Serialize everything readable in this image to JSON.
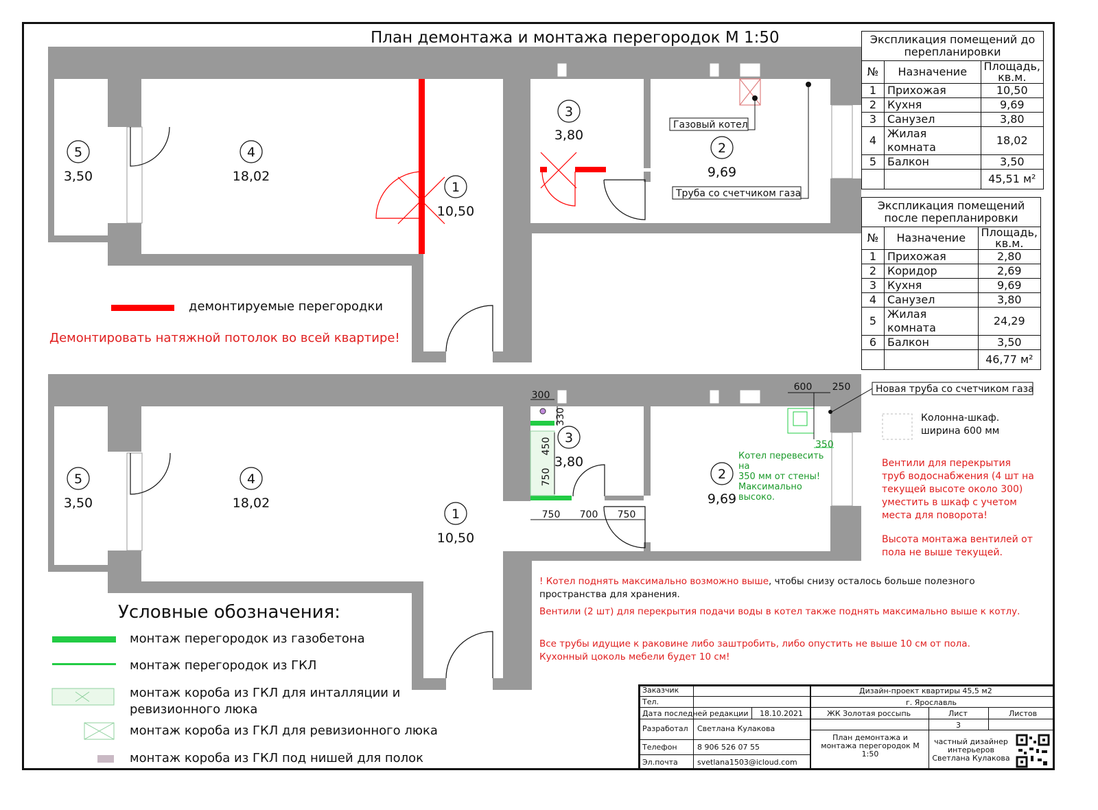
{
  "title": "План демонтажа и монтажа перегородок М 1:50",
  "colors": {
    "wall": "#999999",
    "demolish": "#ff0000",
    "aerated": "#22cc44",
    "gkl": "#22cc44",
    "note_red": "#e02020",
    "note_green": "#1a9a2a"
  },
  "plan_before": {
    "rooms": [
      {
        "num": "5",
        "area": "3,50"
      },
      {
        "num": "4",
        "area": "18,02"
      },
      {
        "num": "1",
        "area": "10,50"
      },
      {
        "num": "3",
        "area": "3,80"
      },
      {
        "num": "2",
        "area": "9,69"
      }
    ],
    "labels": {
      "boiler": "Газовый котел",
      "gas_pipe": "Труба со счетчиком газа"
    }
  },
  "plan_after": {
    "rooms": [
      {
        "num": "5",
        "area": "3,50"
      },
      {
        "num": "4",
        "area": "18,02"
      },
      {
        "num": "1",
        "area": "10,50"
      },
      {
        "num": "3",
        "area": "3,80"
      },
      {
        "num": "2",
        "area": "9,69"
      }
    ],
    "dims": {
      "d300": "300",
      "d330": "330",
      "d450": "450",
      "d750v": "750",
      "d750a": "750",
      "d700": "700",
      "d750b": "750",
      "d600": "600",
      "d250": "250",
      "d350": "350"
    },
    "labels": {
      "new_pipe": "Новая труба со счетчиком газа",
      "column_cabinet": "Колонна-шкаф.\nширина 600 мм"
    },
    "boiler_note": "Котел перевесить на\n350 мм от стены!\nМаксимально высоко."
  },
  "legend_demolish": "демонтируемые перегородки",
  "ceiling_note": "Демонтировать натяжной потолок во всей квартире!",
  "table_before": {
    "caption": "Экспликация помещений до перепланировки",
    "headers": [
      "№",
      "Назначение",
      "Площадь, кв.м."
    ],
    "rows": [
      [
        "1",
        "Прихожая",
        "10,50"
      ],
      [
        "2",
        "Кухня",
        "9,69"
      ],
      [
        "3",
        "Санузел",
        "3,80"
      ],
      [
        "4",
        "Жилая комната",
        "18,02"
      ],
      [
        "5",
        "Балкон",
        "3,50"
      ]
    ],
    "total": "45,51 м²"
  },
  "table_after": {
    "caption": "Экспликация помещений после перепланировки",
    "headers": [
      "№",
      "Назначение",
      "Площадь, кв.м."
    ],
    "rows": [
      [
        "1",
        "Прихожая",
        "2,80"
      ],
      [
        "2",
        "Коридор",
        "2,69"
      ],
      [
        "3",
        "Кухня",
        "9,69"
      ],
      [
        "4",
        "Санузел",
        "3,80"
      ],
      [
        "5",
        "Жилая комната",
        "24,29"
      ],
      [
        "6",
        "Балкон",
        "3,50"
      ]
    ],
    "total": "46,77 м²"
  },
  "valves_note": "Вентили для перекрытия труб водоснабжения (4 шт на текущей высоте около 300) уместить в шкаф с учетом места для поворота!",
  "valves_height_note": "Высота монтажа вентилей от пола не выше текущей.",
  "boiler_raise_red": "! Котел поднять максимально возможно выше",
  "boiler_raise_black": ", чтобы снизу осталось больше полезного пространства для хранения.",
  "valves2_note": "Вентили (2 шт) для перекрытия подачи воды в котел также поднять максимально выше к котлу.",
  "pipes_note": "Все трубы идущие к раковине либо заштробить, либо опустить не выше 10 см от пола.",
  "plinth_note": "Кухонный цоколь мебели будет 10 см!",
  "legend": {
    "title": "Условные обозначения:",
    "items": [
      "монтаж перегородок из газобетона",
      "монтаж перегородок из ГКЛ",
      "монтаж короба из ГКЛ для инталляции и\nревизионного люка",
      "монтаж короба из ГКЛ для ревизионного люка",
      "монтаж короба из ГКЛ под нишей для полок"
    ]
  },
  "stamp": {
    "customer_label": "Заказчик",
    "phone_label": "Тел.",
    "last_edit_label": "Дата последней редакции",
    "last_edit": "18.10.2021",
    "developer_label": "Разработал",
    "developer": "Светлана Кулакова",
    "telephone_label": "Телефон",
    "telephone": "8 906 526 07 55",
    "email_label": "Эл.почта",
    "email": "svetlana1503@icloud.com",
    "project": "Дизайн-проект квартиры 45,5 м2",
    "city": "г. Ярославль",
    "complex": "ЖК Золотая россыпь",
    "sheet_label": "Лист",
    "sheets_label": "Листов",
    "sheet": "3",
    "drawing": "План демонтажа и монтажа перегородок М 1:50",
    "designer": "частный дизайнер интерьеров Светлана Кулакова"
  }
}
